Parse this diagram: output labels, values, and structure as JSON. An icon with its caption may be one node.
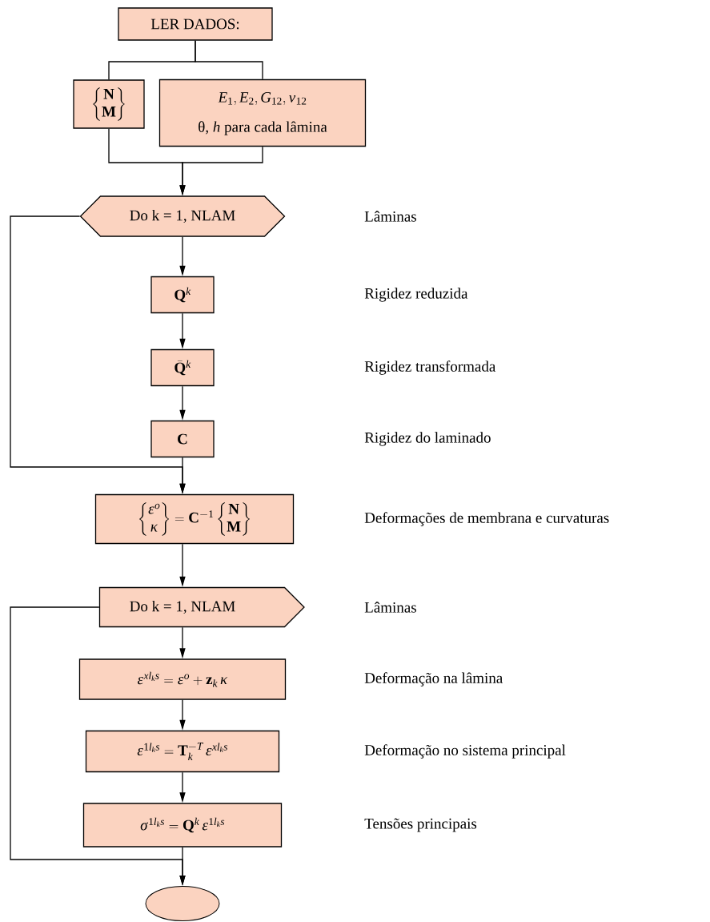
{
  "diagram": {
    "nodes": [
      {
        "text": [
          "LER DADOS:"
        ]
      },
      {
        "text": [
          "\\left\\{\\begin{matrix}\\mathbf{N}\\\\ \\mathbf{M}\\end{matrix}\\right\\}"
        ]
      },
      {
        "text": [
          "E_{1}, E_{2}, G_{12}, \\nu_{12}",
          "θ, *h* para cada lâmina"
        ]
      },
      {
        "text": [
          "Do   k = 1, NLAM"
        ]
      },
      {
        "text": [
          "\\mathbf{Q}^{k}"
        ]
      },
      {
        "text": [
          "\\bar{\\mathbf{Q}}^{k}"
        ]
      },
      {
        "text": [
          "C"
        ]
      },
      {
        "text": [
          "\\left\\{\\begin{matrix}\\epsilon^{o}\\\\ \\kappa\\end{matrix}\\right\\} = \\mathbf{C}^{-1}\\left\\{\\begin{matrix}\\mathbf{N}\\\\ \\mathbf{M}\\end{matrix}\\right\\}"
        ]
      },
      {
        "text": [
          "Do k = 1, NLAM"
        ]
      },
      {
        "text": [
          "\\epsilon^{xl_{k}s} = \\epsilon^{o} + \\mathbf{z}_{k}\\,\\kappa"
        ]
      },
      {
        "text": [
          "\\epsilon^{1l_{k}s} = \\mathbf{T}_{k}^{-T}\\,\\epsilon^{xl_{k}s}"
        ]
      },
      {
        "text": [
          "\\sigma^{1l_{k}s} = \\mathbf{Q}^{k}\\,\\epsilon^{1l_{k}s}"
        ]
      },
      {
        "text": [],
        "shape": "ellipse"
      }
    ],
    "edges": [
      {
        "from": 0,
        "to": 1,
        "arrow": "none"
      },
      {
        "from": 0,
        "to": 2,
        "arrow": "none"
      },
      {
        "from": 1,
        "to": 3,
        "arrow": "to"
      },
      {
        "from": 2,
        "to": 3,
        "arrow": "to"
      },
      {
        "from": 3,
        "to": 4,
        "arrow": "to"
      },
      {
        "from": 4,
        "to": 5,
        "arrow": "to"
      },
      {
        "from": 5,
        "to": 6,
        "arrow": "to"
      },
      {
        "from": 6,
        "to": 7,
        "arrow": "to"
      },
      {
        "from": 3,
        "to": 7,
        "arrow": "to"
      },
      {
        "from": 7,
        "to": 8,
        "arrow": "to"
      },
      {
        "from": 8,
        "to": 9,
        "arrow": "to"
      },
      {
        "from": 9,
        "to": 10,
        "arrow": "to"
      },
      {
        "from": 10,
        "to": 11,
        "arrow": "to"
      },
      {
        "from": 11,
        "to": 12,
        "arrow": "to"
      },
      {
        "from": 8,
        "to": 12,
        "arrow": "to"
      }
    ],
    "labels": [
      "Lâminas",
      "Rigidez reduzida",
      "Rigidez transformada",
      "Rigidez do laminado",
      "Deformações de membrana e curvaturas",
      "Lâminas",
      "Deformação na lâmina",
      "Deformação no sistema principal",
      "Tensões principais"
    ]
  }
}
